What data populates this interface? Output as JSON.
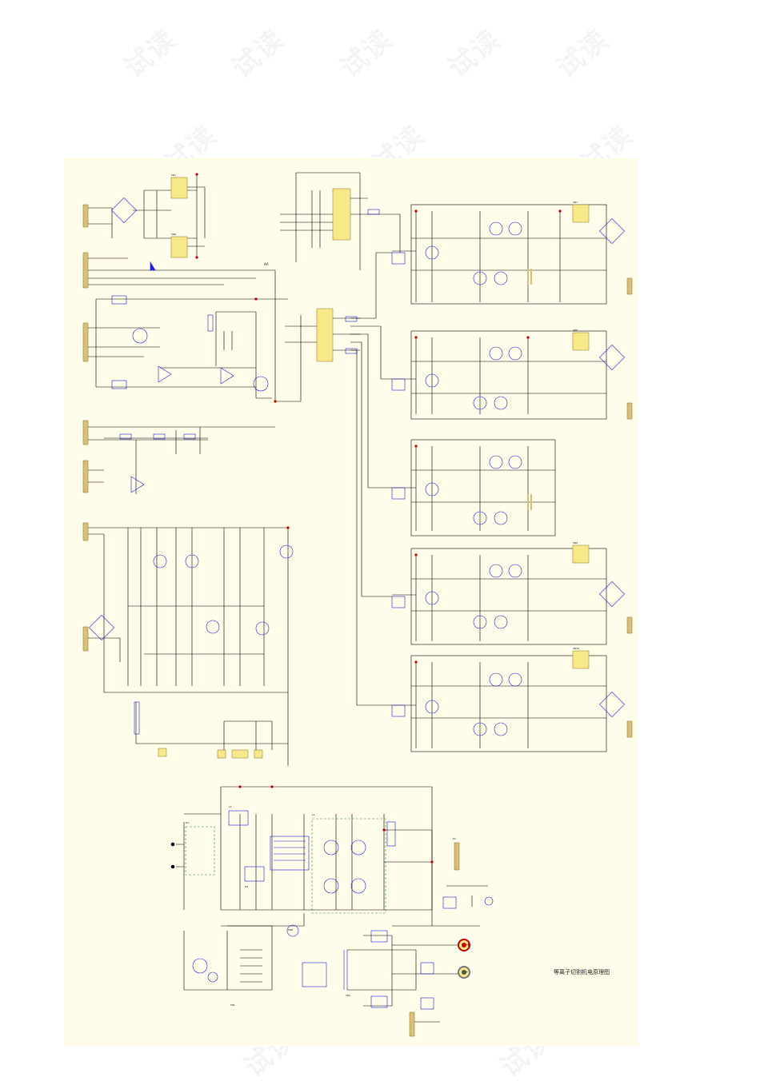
{
  "watermark": {
    "text": "试读"
  },
  "diagram": {
    "caption": "等离子切割机电原理图",
    "polarity_plus": "+",
    "polarity_minus": "-",
    "node_label": "AA",
    "ic_labels": [
      "VR1",
      "VR6",
      "VR7",
      "VR8",
      "VR9",
      "VR10"
    ],
    "section_labels": [
      "TR1",
      "TR2",
      "L1",
      "L2",
      "D1",
      "D2",
      "FAN",
      "K1"
    ]
  },
  "colors": {
    "wire": "#000000",
    "component": "#1a1ad8",
    "connector": "#d8c07a",
    "ic": "#f7e98a",
    "node": "#c00000",
    "dashed_box": "#2e8b57",
    "sheet": "#fffde9"
  }
}
